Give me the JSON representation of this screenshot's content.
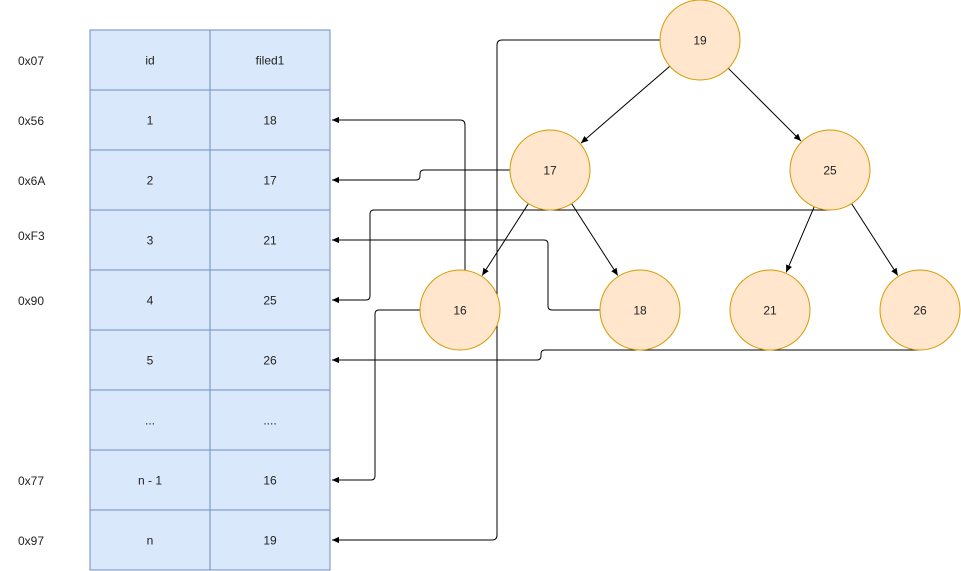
{
  "table": {
    "headers": [
      "id",
      "filed1"
    ],
    "rows": [
      {
        "addr": "0x56",
        "id": "1",
        "field": "18"
      },
      {
        "addr": "0x6A",
        "id": "2",
        "field": "17"
      },
      {
        "addr": "0xF3",
        "id": "3",
        "field": "21"
      },
      {
        "addr": "0x90",
        "id": "4",
        "field": "25"
      },
      {
        "addr": "",
        "id": "5",
        "field": "26"
      },
      {
        "addr": "",
        "id": "...",
        "field": "...."
      },
      {
        "addr": "0x77",
        "id": "n - 1",
        "field": "16"
      },
      {
        "addr": "0x97",
        "id": "n",
        "field": "19"
      }
    ],
    "header_addr": "0x07"
  },
  "tree": {
    "nodes": [
      {
        "id": "n19",
        "label": "19"
      },
      {
        "id": "n17",
        "label": "17"
      },
      {
        "id": "n25",
        "label": "25"
      },
      {
        "id": "n16",
        "label": "16"
      },
      {
        "id": "n18",
        "label": "18"
      },
      {
        "id": "n21",
        "label": "21"
      },
      {
        "id": "n26",
        "label": "26"
      }
    ],
    "edges": [
      {
        "from": "n19",
        "to": "n17"
      },
      {
        "from": "n19",
        "to": "n25"
      },
      {
        "from": "n17",
        "to": "n16"
      },
      {
        "from": "n17",
        "to": "n18"
      },
      {
        "from": "n25",
        "to": "n21"
      },
      {
        "from": "n25",
        "to": "n26"
      }
    ]
  },
  "colors": {
    "cell_fill": "#dae8fc",
    "cell_stroke": "#6c8ebf",
    "node_fill": "#ffe6cc",
    "node_stroke": "#d79b00",
    "line": "#000000"
  }
}
